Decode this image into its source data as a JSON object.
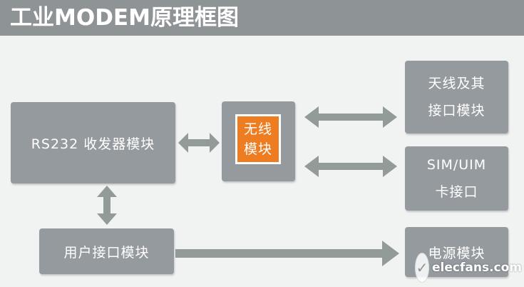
{
  "header": {
    "title": "工业MODEM原理框图"
  },
  "blocks": {
    "rs232": "RS232 收发器模块",
    "wireless": {
      "line1": "无线",
      "line2": "模块"
    },
    "antenna": {
      "line1": "天线及其",
      "line2": "接口模块"
    },
    "sim": {
      "line1": "SIM/UIM",
      "line2": "卡接口"
    },
    "user_if": "用户接口模块",
    "power": "电源模块"
  },
  "watermark": {
    "text": "elecfans.com"
  },
  "colors": {
    "title_bar": "#8e9395",
    "block": "#959a9e",
    "arrow": "#929b98",
    "accent": "#ee7d22",
    "background": "#f1f2f2"
  }
}
